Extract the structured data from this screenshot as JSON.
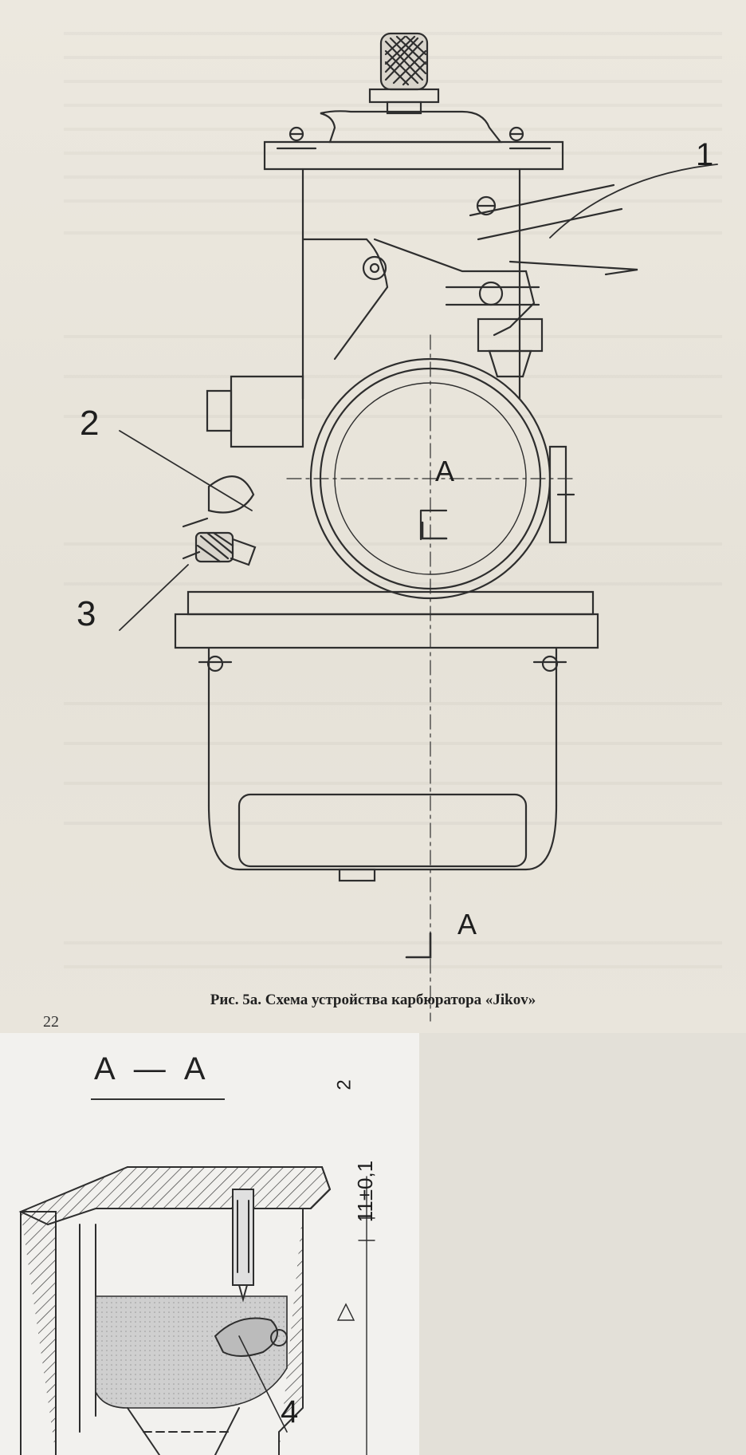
{
  "caption": "Рис. 5а. Схема устройства карбюратора «Jikov»",
  "page_number": "22",
  "section_label": "А — А",
  "callouts": {
    "label_1": "1",
    "label_2": "2",
    "label_3": "3",
    "label_4": "4",
    "section_marker": "А",
    "section_marker_bottom": "А",
    "dim_vertical": "11±0,1",
    "dim_small": "2"
  }
}
